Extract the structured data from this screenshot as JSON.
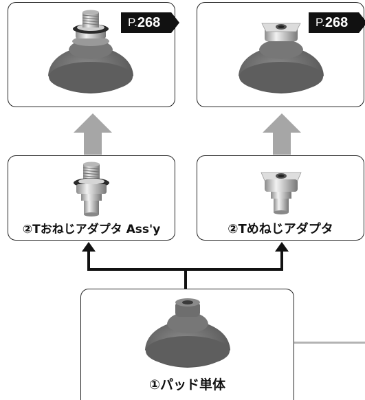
{
  "top_left": {
    "page_prefix": "P.",
    "page_number": "268"
  },
  "top_right": {
    "page_prefix": "P.",
    "page_number": "268"
  },
  "middle_left": {
    "label": "②Tおねじアダプタ Ass'y"
  },
  "middle_right": {
    "label": "②Tめねじアダプタ"
  },
  "bottom": {
    "label": "①パッド単体"
  },
  "colors": {
    "pad": "#6b6b6b",
    "arrow_gray": "#a6a6a6",
    "connector": "#111111",
    "badge": "#111111"
  }
}
